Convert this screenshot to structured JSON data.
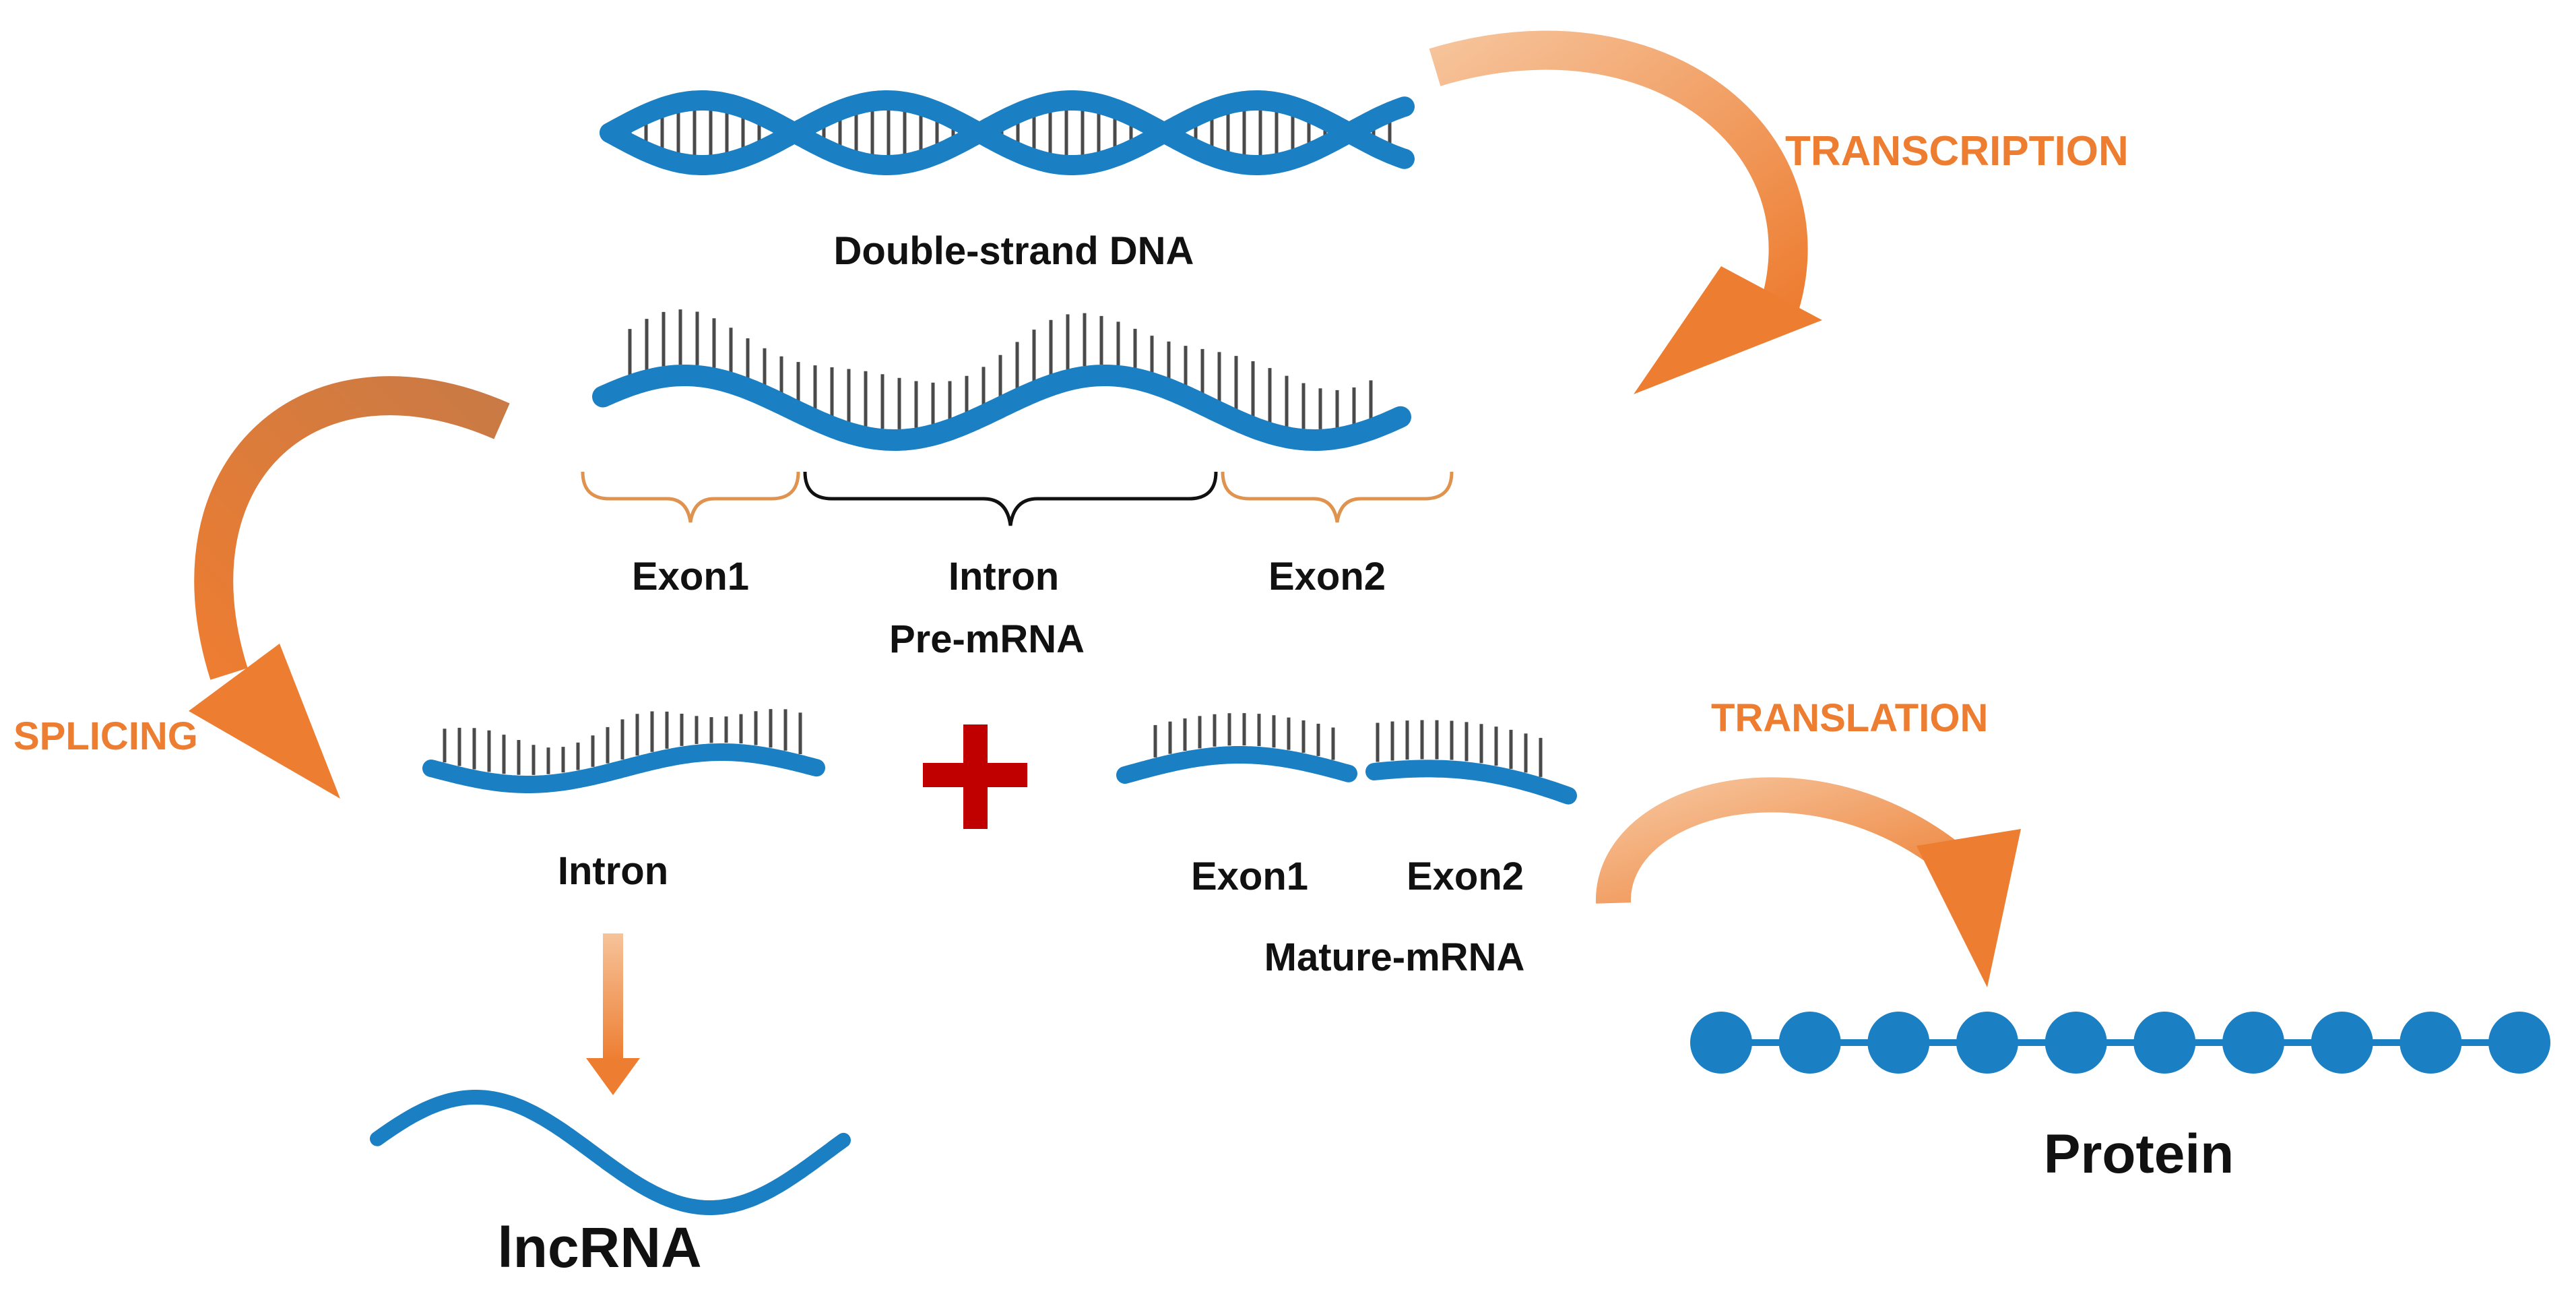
{
  "labels": {
    "dna": "Double-strand DNA",
    "exon1": "Exon1",
    "intron": "Intron",
    "exon2": "Exon2",
    "pre_mrna": "Pre-mRNA",
    "spliced_intron": "Intron",
    "mature_exon1": "Exon1",
    "mature_exon2": "Exon2",
    "mature_mrna": "Mature-mRNA",
    "lncrna": "lncRNA",
    "protein": "Protein"
  },
  "steps": {
    "transcription": "TRANSCRIPTION",
    "splicing": "SPLICING",
    "translation": "TRANSLATION"
  },
  "colors": {
    "strand": "#1B7FC4",
    "bases": "#4a4a4a",
    "arrow": "#ED7D31",
    "plus": "#C00000",
    "exon_bracket": "#E0934E",
    "intron_bracket": "#111111"
  },
  "protein": {
    "residue_count": 10
  }
}
